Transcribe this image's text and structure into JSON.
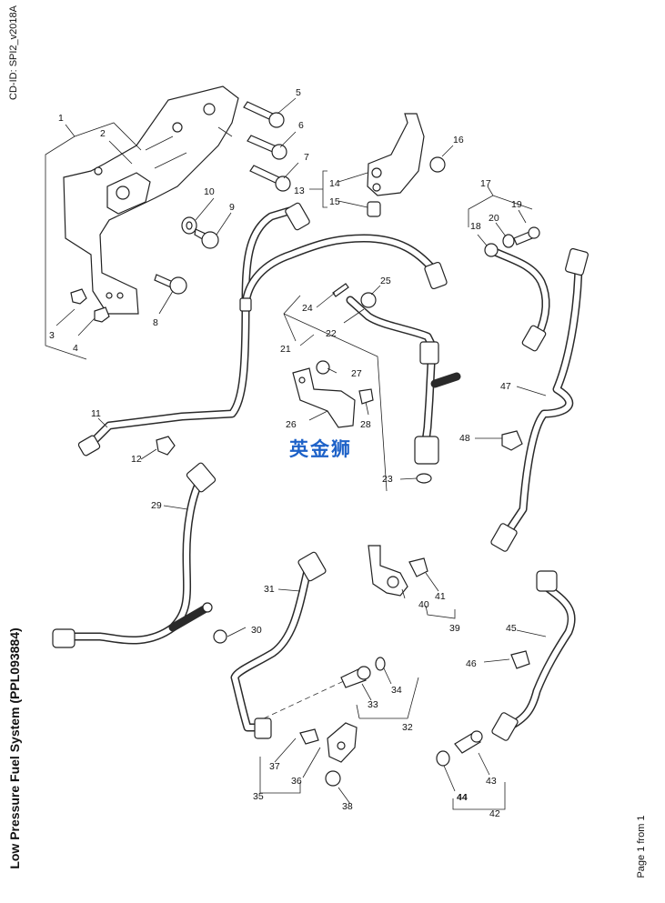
{
  "document": {
    "cd_id": "CD-ID: SPI2_v2018A",
    "title": "Low Pressure Fuel System (PPL093884)",
    "page": "Page 1 from 1",
    "watermark": "英金狮"
  },
  "callouts": {
    "n1": "1",
    "n2": "2",
    "n3": "3",
    "n4": "4",
    "n5": "5",
    "n6": "6",
    "n7": "7",
    "n8": "8",
    "n9": "9",
    "n10": "10",
    "n11": "11",
    "n12": "12",
    "n13": "13",
    "n14": "14",
    "n15": "15",
    "n16": "16",
    "n17": "17",
    "n18": "18",
    "n19": "19",
    "n20": "20",
    "n21": "21",
    "n22": "22",
    "n23": "23",
    "n24": "24",
    "n25": "25",
    "n26": "26",
    "n27": "27",
    "n28": "28",
    "n29": "29",
    "n30": "30",
    "n31": "31",
    "n32": "32",
    "n33": "33",
    "n34": "34",
    "n35": "35",
    "n36": "36",
    "n37": "37",
    "n38": "38",
    "n39": "39",
    "n40": "40",
    "n41": "41",
    "n42": "42",
    "n43": "43",
    "n44": "44",
    "n45": "45",
    "n46": "46",
    "n47": "47",
    "n48": "48"
  }
}
